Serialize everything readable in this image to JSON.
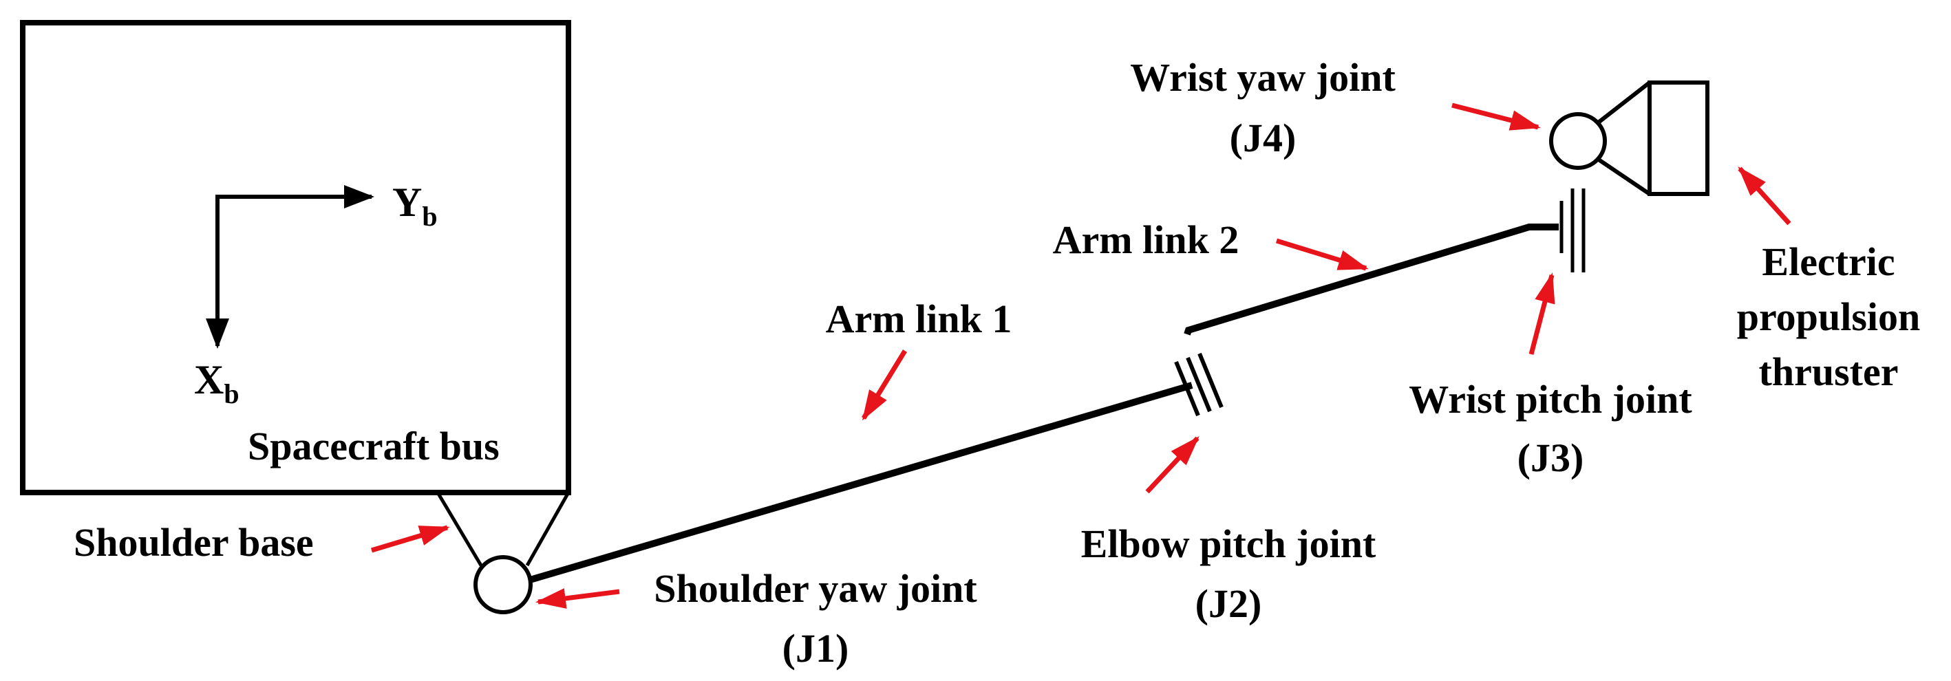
{
  "labels": {
    "spacecraft_bus": "Spacecraft bus",
    "shoulder_base": "Shoulder base",
    "shoulder_yaw_joint": "Shoulder yaw joint",
    "shoulder_yaw_id": "(J1)",
    "arm_link_1": "Arm link 1",
    "elbow_pitch_joint": "Elbow pitch joint",
    "elbow_pitch_id": "(J2)",
    "arm_link_2": "Arm link 2",
    "wrist_pitch_joint": "Wrist pitch joint",
    "wrist_pitch_id": "(J3)",
    "wrist_yaw_joint": "Wrist yaw joint",
    "wrist_yaw_id": "(J4)",
    "thruster_line1": "Electric",
    "thruster_line2": "propulsion",
    "thruster_line3": "thruster"
  },
  "axes": {
    "y_main": "Y",
    "y_sub": "b",
    "x_main": "X",
    "x_sub": "b"
  },
  "colors": {
    "line": "#000000",
    "arrow": "#e8141b",
    "background": "#ffffff"
  }
}
